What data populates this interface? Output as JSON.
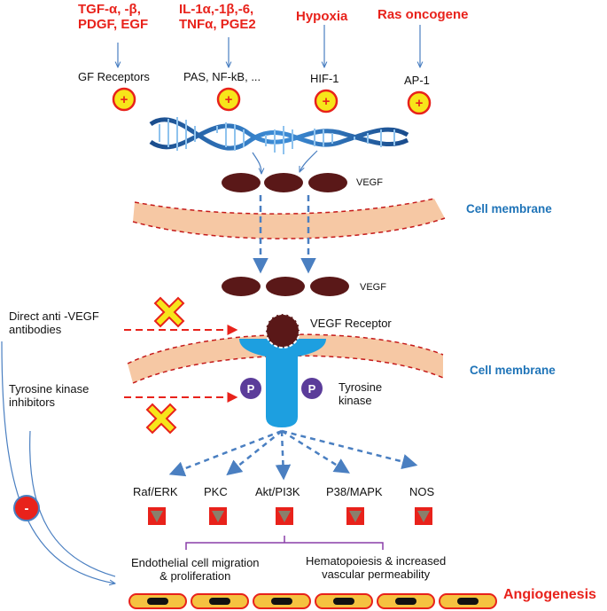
{
  "inducers": [
    {
      "lines": [
        "TGF-α, -β,",
        "PDGF, EGF"
      ]
    },
    {
      "lines": [
        "IL-1α,-1β,-6,",
        "TNFα, PGE2"
      ]
    },
    {
      "lines": [
        "Hypoxia"
      ]
    },
    {
      "lines": [
        "Ras oncogene"
      ]
    }
  ],
  "receptors": [
    "GF Receptors",
    "PAS, NF-kB, ...",
    "HIF-1",
    "AP-1"
  ],
  "plus_sign": "+",
  "minus_sign": "-",
  "vegf_label_1": "VEGF",
  "vegf_label_2": "VEGF",
  "cell_membrane_1": "Cell membrane",
  "cell_membrane_2": "Cell membrane",
  "vegf_receptor": "VEGF Receptor",
  "phospho": "P",
  "tyrosine_kinase": [
    "Tyrosine",
    "kinase"
  ],
  "inhibitor_1": [
    "Direct anti  -VEGF",
    "antibodies"
  ],
  "inhibitor_2": [
    "Tyrosine kinase",
    "inhibitors"
  ],
  "pathways": [
    "Raf/ERK",
    "PKC",
    "Akt/PI3K",
    "P38/MAPK",
    "NOS"
  ],
  "outcome_1": [
    "Endothelial cell migration",
    "& proliferation"
  ],
  "outcome_2": [
    "Hematopoiesis  & increased",
    "vascular permeability"
  ],
  "angiogenesis": "Angiogenesis",
  "colors": {
    "red": "#e8221b",
    "blue_arrow": "#4a7fc1",
    "membrane": "#f6c8a4",
    "vegf": "#5a1818",
    "tk_blue": "#1d9fe0",
    "phospho_purple": "#5b3c9a",
    "plus_yellow": "#f7e51a",
    "label_blue": "#1f74b8"
  }
}
